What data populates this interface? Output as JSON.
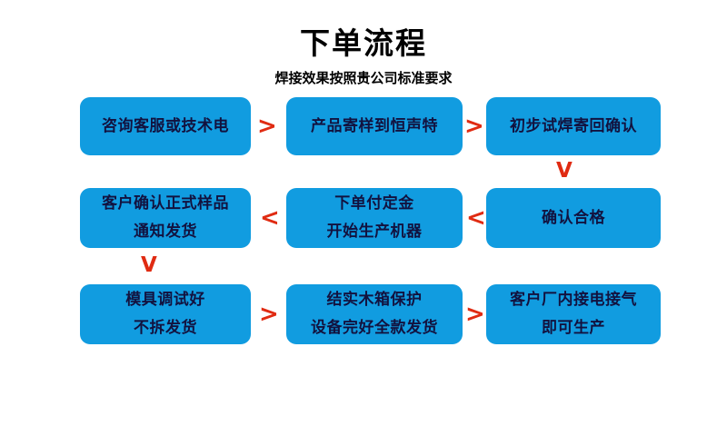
{
  "header": {
    "title": "下单流程",
    "subtitle": "焊接效果按照贵公司标准要求"
  },
  "colors": {
    "box_fill": "#119ce0",
    "box_text": "#12123f",
    "connector": "#e02b12",
    "background": "#ffffff",
    "header_text": "#000000"
  },
  "flow": {
    "rows": [
      {
        "boxes": [
          {
            "lines": [
              "咨询客服或技术电"
            ]
          },
          {
            "lines": [
              "产品寄样到恒声特"
            ]
          },
          {
            "lines": [
              "初步试焊寄回确认"
            ]
          }
        ],
        "connectors": [
          {
            "glyph": ">",
            "direction": "right"
          },
          {
            "glyph": ">",
            "direction": "right"
          }
        ]
      },
      {
        "boxes": [
          {
            "lines": [
              "客户确认正式样品",
              "通知发货"
            ]
          },
          {
            "lines": [
              "下单付定金",
              "开始生产机器"
            ]
          },
          {
            "lines": [
              "确认合格"
            ]
          }
        ],
        "connectors": [
          {
            "glyph": "<",
            "direction": "left"
          },
          {
            "glyph": "<",
            "direction": "left"
          }
        ]
      },
      {
        "boxes": [
          {
            "lines": [
              "模具调试好",
              "不拆发货"
            ]
          },
          {
            "lines": [
              "结实木箱保护",
              "设备完好全款发货"
            ]
          },
          {
            "lines": [
              "客户厂内接电接气",
              "即可生产"
            ]
          }
        ],
        "connectors": [
          {
            "glyph": ">",
            "direction": "right"
          },
          {
            "glyph": ">",
            "direction": "right"
          }
        ]
      }
    ],
    "vertical_connectors": [
      {
        "glyph": "V",
        "direction": "down",
        "position": "right"
      },
      {
        "glyph": "V",
        "direction": "down",
        "position": "left"
      }
    ]
  }
}
